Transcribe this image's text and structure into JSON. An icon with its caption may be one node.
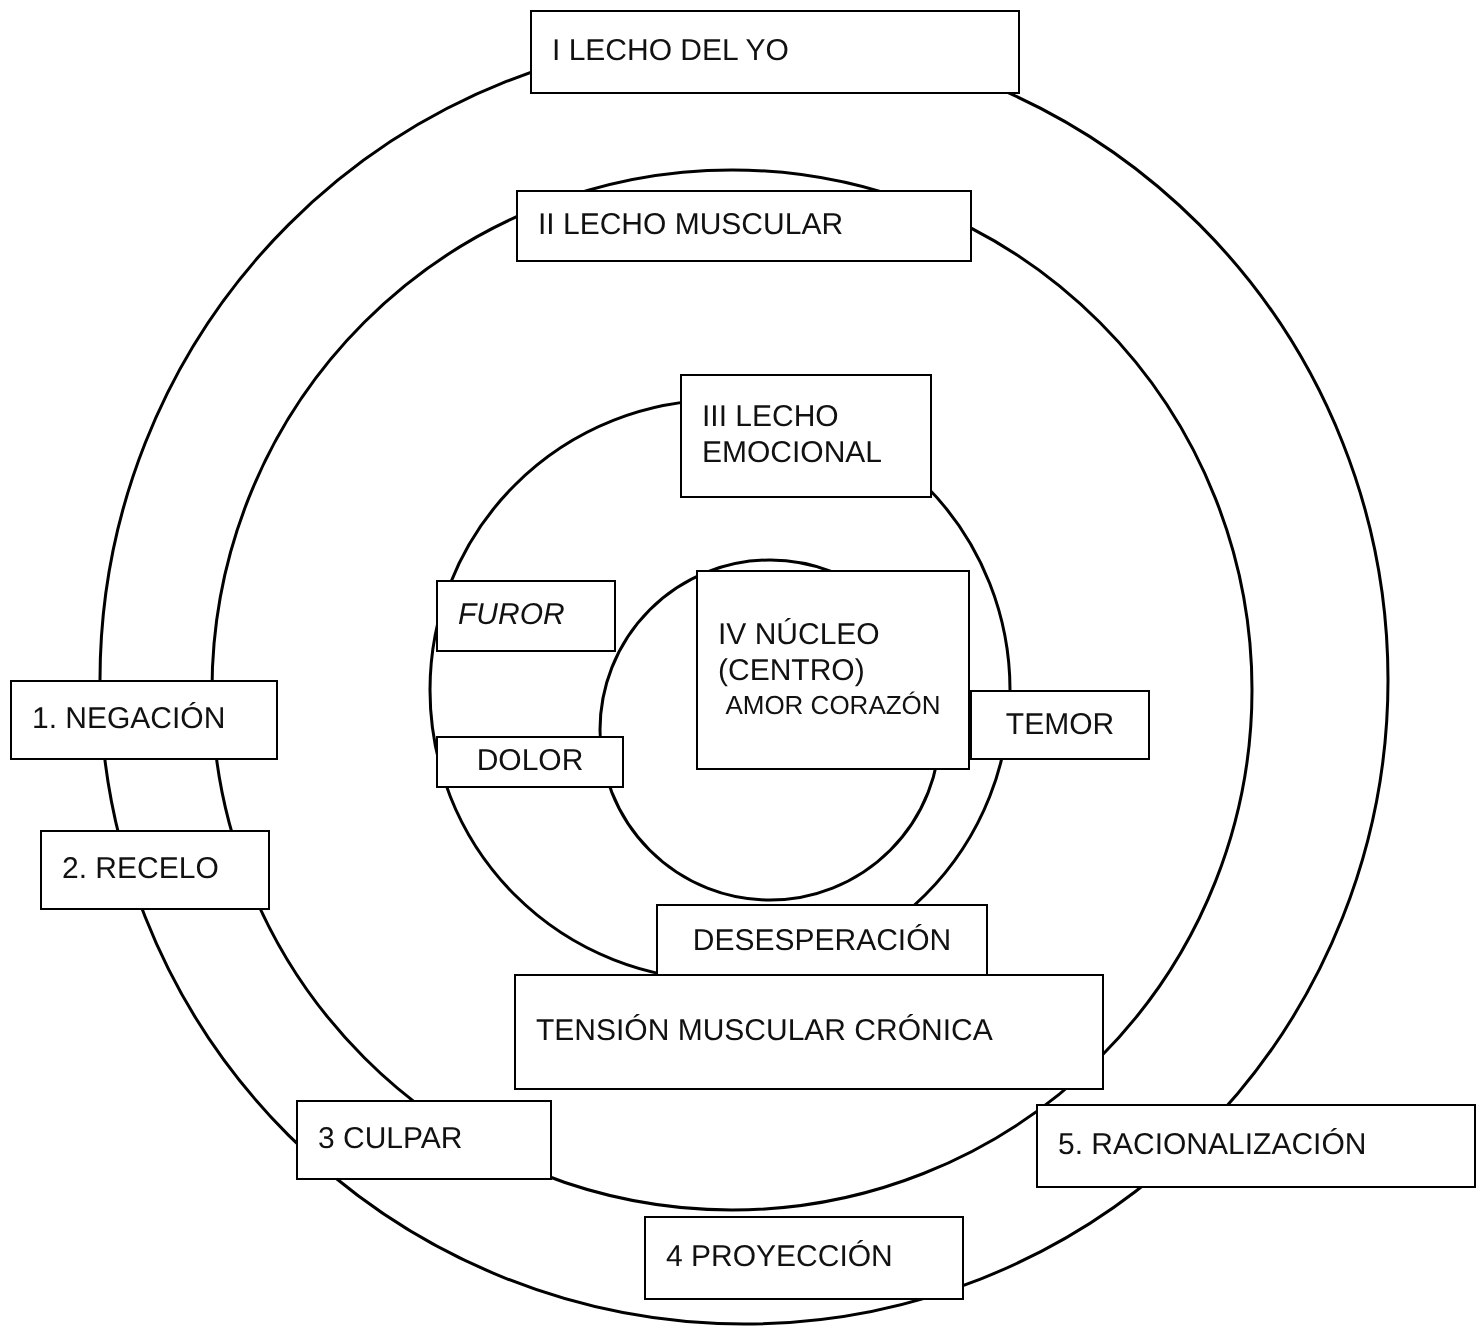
{
  "diagram": {
    "nodes": [
      {
        "text": [
          "I LECHO DEL YO"
        ]
      },
      {
        "text": [
          "II LECHO MUSCULAR"
        ]
      },
      {
        "text": [
          "III LECHO EMOCIONAL"
        ]
      },
      {
        "text": [
          "FUROR"
        ]
      },
      {
        "text": [
          "IV NÚCLEO (CENTRO)",
          "AMOR CORAZÓN"
        ]
      },
      {
        "text": [
          "1. NEGACIÓN"
        ]
      },
      {
        "text": [
          "TEMOR"
        ]
      },
      {
        "text": [
          "DOLOR"
        ]
      },
      {
        "text": [
          "DESESPERACIÓN"
        ]
      },
      {
        "text": [
          "2. RECELO"
        ]
      },
      {
        "text": [
          "TENSIÓN MUSCULAR CRÓNICA"
        ]
      },
      {
        "text": [
          "3 CULPAR"
        ]
      },
      {
        "text": [
          "5. RACIONALIZACIÓN"
        ]
      },
      {
        "text": [
          "4 PROYECCIÓN"
        ]
      }
    ]
  }
}
